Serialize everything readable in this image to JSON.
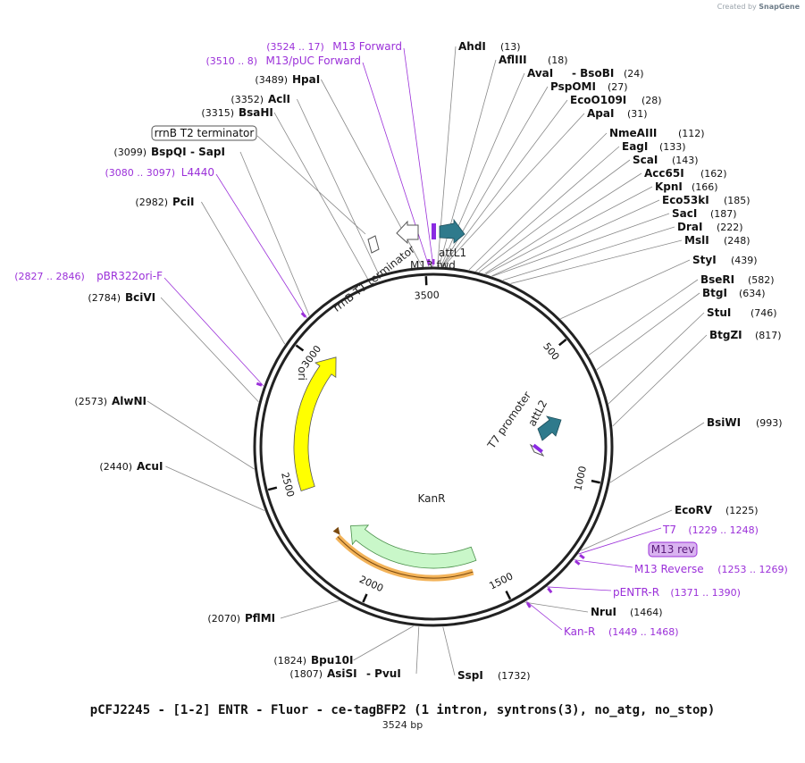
{
  "credit": {
    "prefix": "Created by",
    "brand": "SnapGene"
  },
  "plasmid": {
    "title": "pCFJ2245 - [1-2] ENTR - Fluor - ce-tagBFP2 (1 intron, syntrons(3), no_atg, no_stop)",
    "size_label": "3524 bp"
  },
  "colors": {
    "enzyme": "#111111",
    "primer": "#9b30d9",
    "ori": "#ffff00",
    "kanr": "#c9f7c9",
    "kanr_outline": "#f0a030",
    "att": "#2f7a8c",
    "terminator": "#ffffff"
  },
  "ring_ticks": [
    "500",
    "1000",
    "1500",
    "2000",
    "2500",
    "3000",
    "3500"
  ],
  "features": [
    {
      "name": "ori",
      "kind": "ori"
    },
    {
      "name": "KanR",
      "kind": "kanr"
    },
    {
      "name": "attL1",
      "kind": "attL1"
    },
    {
      "name": "M13 fwd",
      "kind": "m13fwd"
    },
    {
      "name": "rrnB T1 terminator",
      "kind": "rrnb"
    },
    {
      "name": "T7 promoter",
      "kind": "t7prom"
    },
    {
      "name": "attL2",
      "kind": "attL2"
    }
  ],
  "enzymes_left": [
    {
      "name": "HpaI",
      "pos": "(3489)"
    },
    {
      "name": "AclI",
      "pos": "(3352)"
    },
    {
      "name": "BsaHI",
      "pos": "(3315)"
    },
    {
      "name": "BspQI",
      "name2": "SapI",
      "pos": "(3099)"
    },
    {
      "name": "PciI",
      "pos": "(2982)"
    },
    {
      "name": "BciVI",
      "pos": "(2784)"
    },
    {
      "name": "AlwNI",
      "pos": "(2573)"
    },
    {
      "name": "AcuI",
      "pos": "(2440)"
    },
    {
      "name": "PflMI",
      "pos": "(2070)"
    },
    {
      "name": "Bpu10I",
      "pos": "(1824)"
    },
    {
      "name": "AsiSI",
      "name2": "PvuI",
      "pos": "(1807)"
    }
  ],
  "enzymes_right": [
    {
      "name": "AhdI",
      "pos": "(13)"
    },
    {
      "name": "AflIII",
      "pos": "(18)"
    },
    {
      "name": "AvaI",
      "name2": "BsoBI",
      "pos": "(24)"
    },
    {
      "name": "PspOMI",
      "pos": "(27)"
    },
    {
      "name": "EcoO109I",
      "pos": "(28)"
    },
    {
      "name": "ApaI",
      "pos": "(31)"
    },
    {
      "name": "NmeAIII",
      "pos": "(112)"
    },
    {
      "name": "EagI",
      "pos": "(133)"
    },
    {
      "name": "ScaI",
      "pos": "(143)"
    },
    {
      "name": "Acc65I",
      "pos": "(162)"
    },
    {
      "name": "KpnI",
      "pos": "(166)"
    },
    {
      "name": "Eco53kI",
      "pos": "(185)"
    },
    {
      "name": "SacI",
      "pos": "(187)"
    },
    {
      "name": "DraI",
      "pos": "(222)"
    },
    {
      "name": "MslI",
      "pos": "(248)"
    },
    {
      "name": "StyI",
      "pos": "(439)"
    },
    {
      "name": "BseRI",
      "pos": "(582)"
    },
    {
      "name": "BtgI",
      "pos": "(634)"
    },
    {
      "name": "StuI",
      "pos": "(746)"
    },
    {
      "name": "BtgZI",
      "pos": "(817)"
    },
    {
      "name": "BsiWI",
      "pos": "(993)"
    },
    {
      "name": "EcoRV",
      "pos": "(1225)"
    },
    {
      "name": "NruI",
      "pos": "(1464)"
    },
    {
      "name": "SspI",
      "pos": "(1732)"
    }
  ],
  "primers": [
    {
      "name": "M13 Forward",
      "range": "(3524 .. 17)"
    },
    {
      "name": "M13/pUC Forward",
      "range": "(3510 .. 8)"
    },
    {
      "name": "L4440",
      "range": "(3080 .. 3097)"
    },
    {
      "name": "pBR322ori-F",
      "range": "(2827 .. 2846)"
    },
    {
      "name": "T7",
      "range": "(1229 .. 1248)"
    },
    {
      "name": "M13 Reverse",
      "range": "(1253 .. 1269)"
    },
    {
      "name": "pENTR-R",
      "range": "(1371 .. 1390)"
    },
    {
      "name": "Kan-R",
      "range": "(1449 .. 1468)"
    }
  ],
  "boxed_labels": [
    {
      "name": "rrnB T2 terminator"
    },
    {
      "name": "M13 rev"
    }
  ]
}
